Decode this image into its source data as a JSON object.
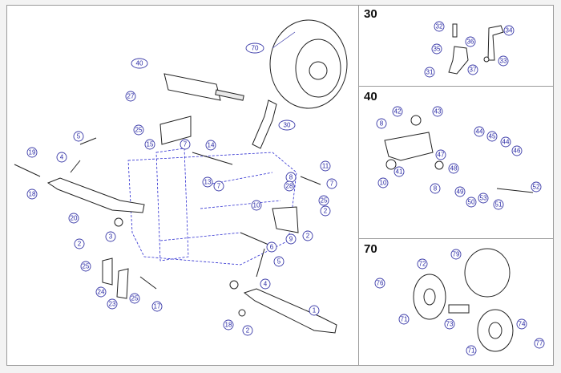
{
  "panels": [
    {
      "title": "30"
    },
    {
      "title": "40"
    },
    {
      "title": "70"
    }
  ],
  "main_callouts": [
    "70",
    "40",
    "30",
    "27",
    "25",
    "15",
    "5",
    "4",
    "19",
    "18",
    "20",
    "7",
    "14",
    "13",
    "7",
    "8",
    "11",
    "7",
    "28",
    "10",
    "25",
    "2",
    "9",
    "2",
    "3",
    "6",
    "5",
    "2",
    "25",
    "24",
    "23",
    "25",
    "17",
    "4",
    "1",
    "18",
    "2"
  ],
  "p30_callouts": [
    "32",
    "36",
    "34",
    "35",
    "33",
    "31",
    "37"
  ],
  "p40_callouts": [
    "42",
    "43",
    "8",
    "44",
    "45",
    "44",
    "46",
    "47",
    "48",
    "49",
    "50",
    "53",
    "51",
    "52",
    "41",
    "8",
    "10"
  ],
  "p70_callouts": [
    "72",
    "79",
    "76",
    "71",
    "73",
    "74",
    "77",
    "71"
  ]
}
